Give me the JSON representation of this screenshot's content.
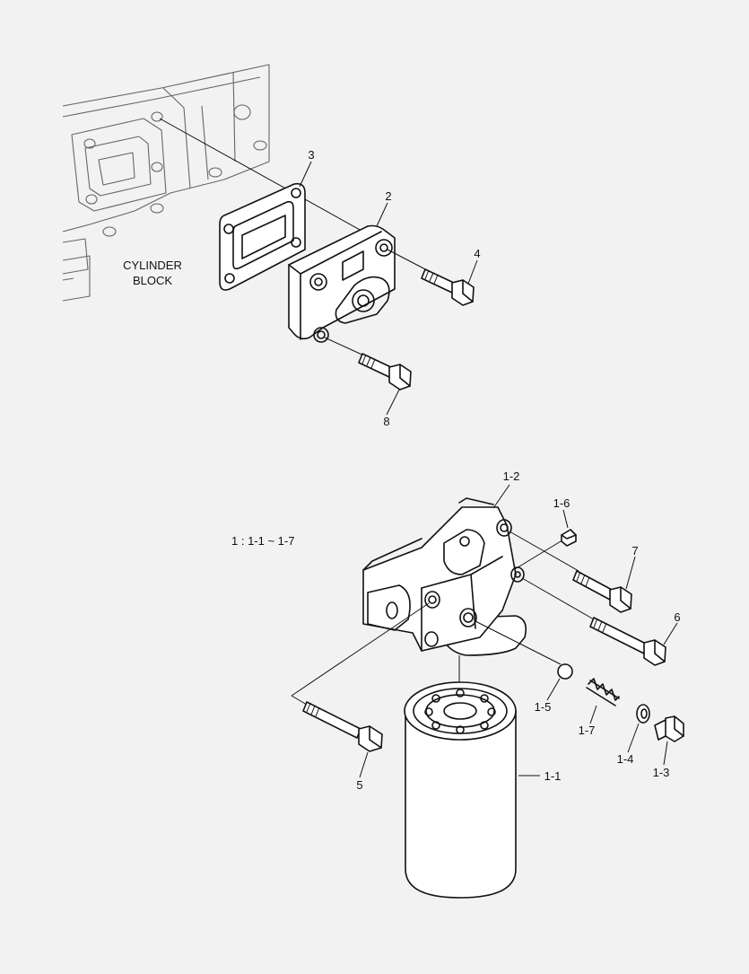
{
  "block_label": [
    "CYLINDER",
    "BLOCK"
  ],
  "assembly_note": "1 : 1-1 ~ 1-7",
  "callouts": {
    "c3": "3",
    "c2": "2",
    "c4": "4",
    "c8": "8",
    "c1_2": "1-2",
    "c1_6": "1-6",
    "c7": "7",
    "c6": "6",
    "c1_5": "1-5",
    "c1_7": "1-7",
    "c1_4": "1-4",
    "c1_3": "1-3",
    "c5": "5",
    "c1_1": "1-1"
  },
  "colors": {
    "line": "#111111",
    "background": "#f2f2f2",
    "block_outline": "#666666"
  }
}
